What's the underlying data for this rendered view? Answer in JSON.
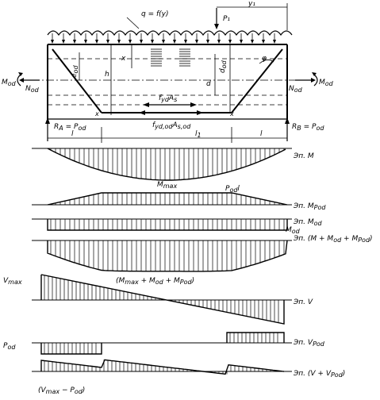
{
  "labels": {
    "load": "q = f(y)",
    "force": "P₁",
    "dist_y": "y₁",
    "m_left": "M",
    "m_left_sub": "od",
    "n_left": "N",
    "n_left_sub": "od",
    "m_right": "M",
    "m_right_sub": "od",
    "n_right": "N",
    "n_right_sub": "od",
    "e_od": "e",
    "e_od_sub": "od",
    "x": "x",
    "h": "h",
    "d_od": "d",
    "d_od_sub": "od",
    "d": "d",
    "phi": "φ",
    "fyd_as": "f",
    "fyd_as_sub": "yd",
    "fyd_as_tail": "A",
    "fyd_as_tail_sub": "s",
    "fyd_od": "f",
    "fyd_od_sub": "yd,od",
    "fyd_od_tail": "A",
    "fyd_od_tail_sub": "s,od",
    "ra": "R",
    "ra_sub": "A",
    "ra_tail": " = P",
    "ra_tail_sub": "od",
    "rb": "R",
    "rb_sub": "B",
    "rb_tail": " = P",
    "rb_tail_sub": "od",
    "l_left": "l",
    "l_mid": "l",
    "l_mid_sub": "1",
    "l_right": "l",
    "mmax": "M",
    "mmax_sub": "max",
    "pod_l": "P",
    "pod_l_sub": "od",
    "pod_l_tail": "l",
    "mod_under": "M",
    "mod_under_sub": "od",
    "sum_m": "(M",
    "sum_m_sub1": "max",
    "sum_m_mid1": " + M",
    "sum_m_sub2": "od",
    "sum_m_mid2": " + M",
    "sum_m_sub3": "Pod",
    "sum_m_end": ")",
    "vmax": "V",
    "vmax_sub": "max",
    "pod_v": "P",
    "pod_v_sub": "od",
    "vmax_pod": "(V",
    "vmax_pod_sub1": "max",
    "vmax_pod_mid": " − P",
    "vmax_pod_sub2": "od",
    "vmax_pod_end": ")"
  },
  "diagrams": [
    {
      "title": "Эп.",
      "sym": "M",
      "sub": ""
    },
    {
      "title": "Эп.",
      "sym": "M",
      "sub": "Pod"
    },
    {
      "title": "Эп.",
      "sym": "M",
      "sub": "od"
    },
    {
      "title": "Эп.",
      "sym": "(M + M",
      "sub": "od",
      "tail": " + M",
      "tail_sub": "Pod",
      "end": ")"
    },
    {
      "title": "Эп.",
      "sym": "V",
      "sub": ""
    },
    {
      "title": "Эп.",
      "sym": "V",
      "sub": "Pod"
    },
    {
      "title": "Эп.",
      "sym": "(V + V",
      "sub": "Pod",
      "end": ")"
    }
  ]
}
